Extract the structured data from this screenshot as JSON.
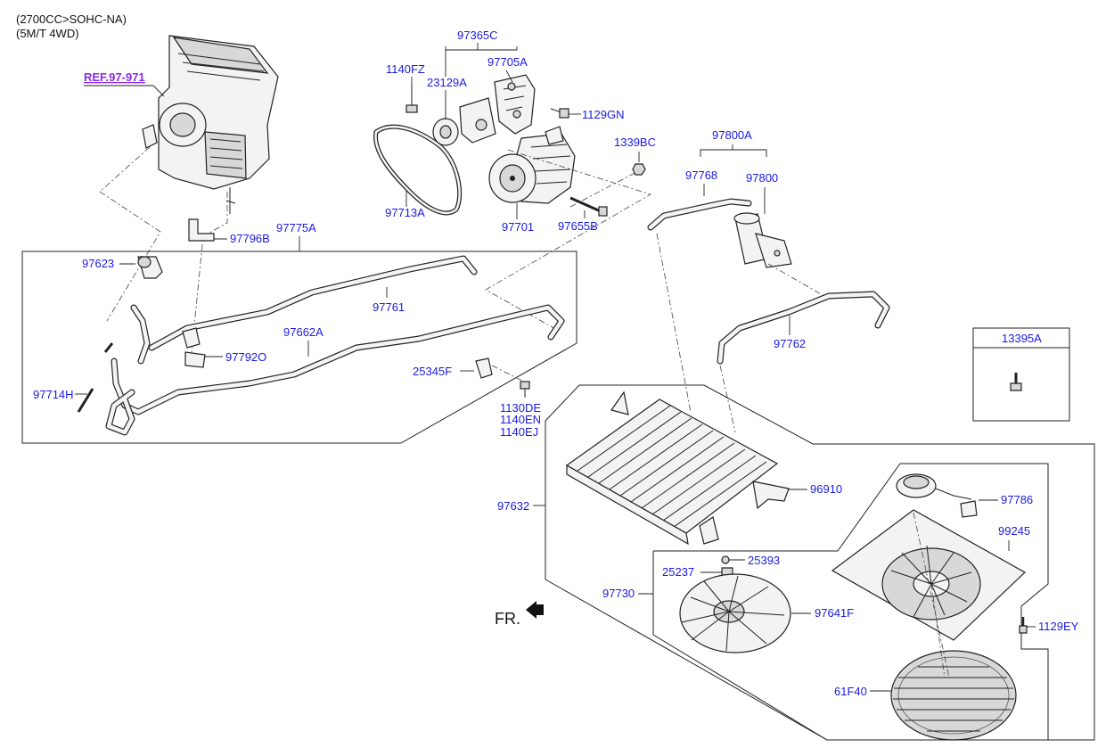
{
  "conditions": [
    "(2700CC>SOHC-NA)",
    "(5M/T 4WD)"
  ],
  "reference": "REF.97-971",
  "front_marker": "FR.",
  "parts": {
    "p97365C": "97365C",
    "p97705A": "97705A",
    "p1140FZ": "1140FZ",
    "p23129A": "23129A",
    "p1129GN": "1129GN",
    "p97713A": "97713A",
    "p97701": "97701",
    "p97655B": "97655B",
    "p1339BC": "1339BC",
    "p97800A": "97800A",
    "p97768": "97768",
    "p97800": "97800",
    "p97796B": "97796B",
    "p97775A": "97775A",
    "p97623": "97623",
    "p97761": "97761",
    "p97662A": "97662A",
    "p97792O": "97792O",
    "p25345F": "25345F",
    "p97714H": "97714H",
    "p1130DE": "1130DE",
    "p1140EN": "1140EN",
    "p1140EJ": "1140EJ",
    "p97762": "97762",
    "p13395A": "13395A",
    "p97632": "97632",
    "p96910": "96910",
    "p97786": "97786",
    "p99245": "99245",
    "p25393": "25393",
    "p25237": "25237",
    "p97730": "97730",
    "p97641F": "97641F",
    "p1129EY": "1129EY",
    "p61F40": "61F40"
  }
}
